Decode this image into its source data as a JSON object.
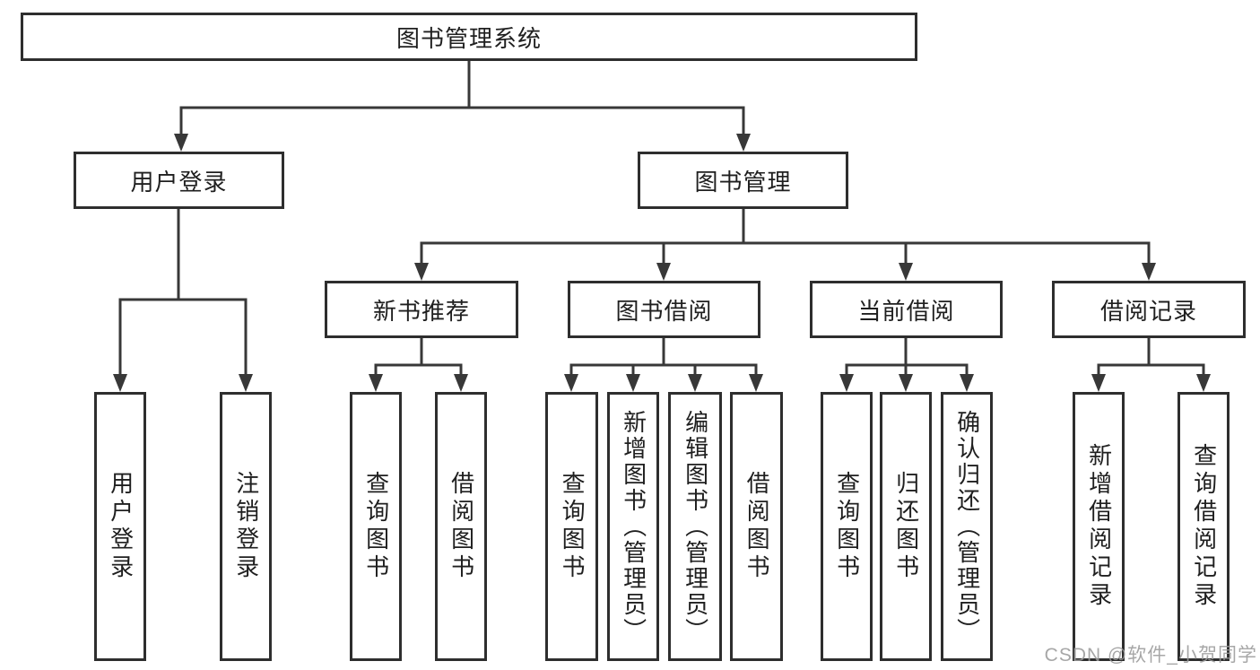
{
  "diagram": {
    "type": "hierarchy-tree",
    "title": "图书管理系统",
    "tree": {
      "label": "图书管理系统",
      "children": [
        {
          "label": "用户登录",
          "children": [
            {
              "label": "用户登录"
            },
            {
              "label": "注销登录"
            }
          ]
        },
        {
          "label": "图书管理",
          "children": [
            {
              "label": "新书推荐",
              "children": [
                {
                  "label": "查询图书"
                },
                {
                  "label": "借阅图书"
                }
              ]
            },
            {
              "label": "图书借阅",
              "children": [
                {
                  "label": "查询图书"
                },
                {
                  "label": "新增图书（管理员）"
                },
                {
                  "label": "编辑图书（管理员）"
                },
                {
                  "label": "借阅图书"
                }
              ]
            },
            {
              "label": "当前借阅",
              "children": [
                {
                  "label": "查询图书"
                },
                {
                  "label": "归还图书"
                },
                {
                  "label": "确认归还（管理员）"
                }
              ]
            },
            {
              "label": "借阅记录",
              "children": [
                {
                  "label": "新增借阅记录"
                },
                {
                  "label": "查询借阅记录"
                }
              ]
            }
          ]
        }
      ]
    },
    "colors": {
      "box_border": "#2e2e2e",
      "connector_line": "#383838",
      "text": "#1f1f1f",
      "watermark": "#9b9b9b",
      "background": "#ffffff"
    }
  },
  "watermark": {
    "text": "CSDN @软件_小贺同学"
  }
}
